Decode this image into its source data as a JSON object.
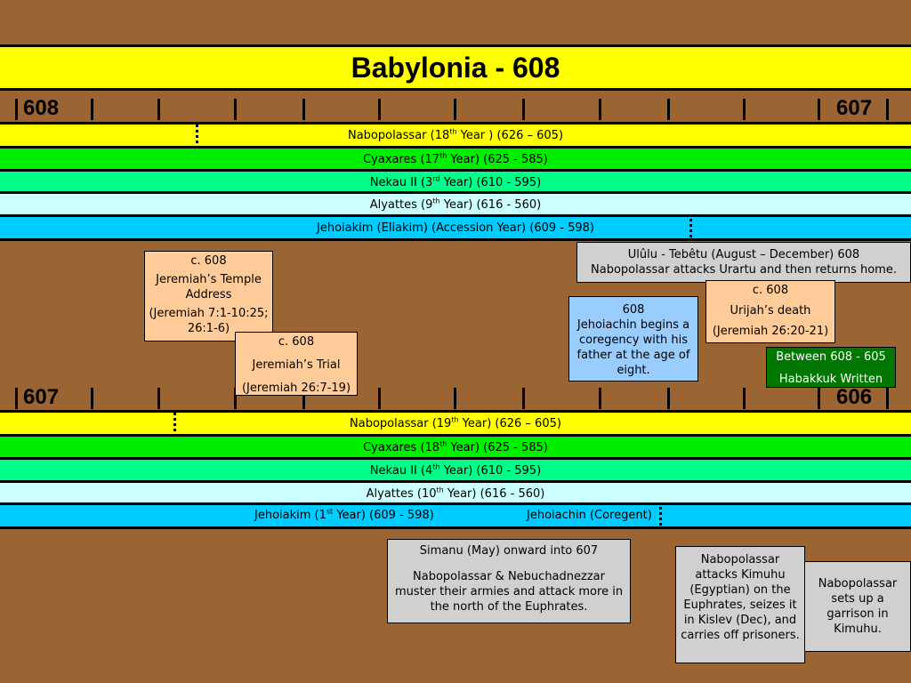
{
  "title": "Babylonia - 608",
  "ruler_top": {
    "left_year": "608",
    "right_year": "607"
  },
  "ruler_bottom": {
    "left_year": "607",
    "right_year": "606"
  },
  "bands_top": {
    "nabopolassar": {
      "a": "Nabopolassar (18",
      "sup": "th",
      "b": " Year ) (626 – 605)"
    },
    "cyaxares": {
      "a": "Cyaxares (17",
      "sup": "th",
      "b": " Year) (625 - 585)"
    },
    "nekau": {
      "a": "Nekau II (3",
      "sup": "rd",
      "b": " Year) (610 - 595)"
    },
    "alyattes": {
      "a": "Alyattes (9",
      "sup": "th",
      "b": " Year) (616 - 560)"
    },
    "jehoiakim": {
      "text": "Jehoiakim (Eliakim) (Accession Year) (609 - 598)"
    }
  },
  "bands_bottom": {
    "nabopolassar": {
      "a": "Nabopolassar (19",
      "sup": "th",
      "b": " Year) (626 – 605)"
    },
    "cyaxares": {
      "a": "Cyaxares (18",
      "sup": "th",
      "b": " Year) (625 - 585)"
    },
    "nekau": {
      "a": "Nekau II (4",
      "sup": "th",
      "b": " Year) (610 - 595)"
    },
    "alyattes": {
      "a": "Alyattes (10",
      "sup": "th",
      "b": " Year) (616 - 560)"
    },
    "jehoiakim": {
      "a": "Jehoiakim (1",
      "sup": "st",
      "b": " Year) (609 - 598)"
    },
    "jehoiachin": {
      "text": "Jehoiachin (Coregent)"
    }
  },
  "events": {
    "temple": {
      "l1": "c. 608",
      "l2": "Jeremiah’s Temple Address",
      "l3": "(Jeremiah 7:1-10:25; 26:1-6)"
    },
    "trial": {
      "l1": "c. 608",
      "l2": "Jeremiah’s Trial",
      "l3": "(Jeremiah 26:7-19)"
    },
    "ululu": {
      "l1": "Ulûlu - Tebêtu (August – December) 608",
      "l2": "Nabopolassar attacks Urartu and then returns home."
    },
    "urijah": {
      "l1": "c. 608",
      "l2": "Urijah’s death",
      "l3": "(Jeremiah 26:20-21)"
    },
    "jehoiachin": {
      "l1": "608",
      "l2": "Jehoiachin begins a coregency with his father at the age of eight."
    },
    "habakkuk": {
      "l1": "Between 608 - 605",
      "l2": "Habakkuk Written"
    },
    "simanu": {
      "l1": "Simanu (May) onward into 607",
      "l2": "Nabopolassar & Nebuchadnezzar muster their armies and attack more in the north of the Euphrates."
    },
    "kimuhu": {
      "text": "Nabopolassar attacks Kimuhu (Egyptian) on the Euphrates, seizes it in Kislev (Dec), and carries off prisoners."
    },
    "garrison": {
      "text": "Nabopolassar sets up a garrison in Kimuhu."
    }
  },
  "colors": {
    "background": "#9a6433",
    "yellow": "#ffff00",
    "green": "#00ee00",
    "aqua": "#00ff88",
    "pale_cyan": "#ccffff",
    "blue": "#00ccff",
    "peach": "#ffcc99",
    "grey": "#d0d0d0",
    "light_blue": "#99ccff",
    "dark_green": "#007700"
  }
}
